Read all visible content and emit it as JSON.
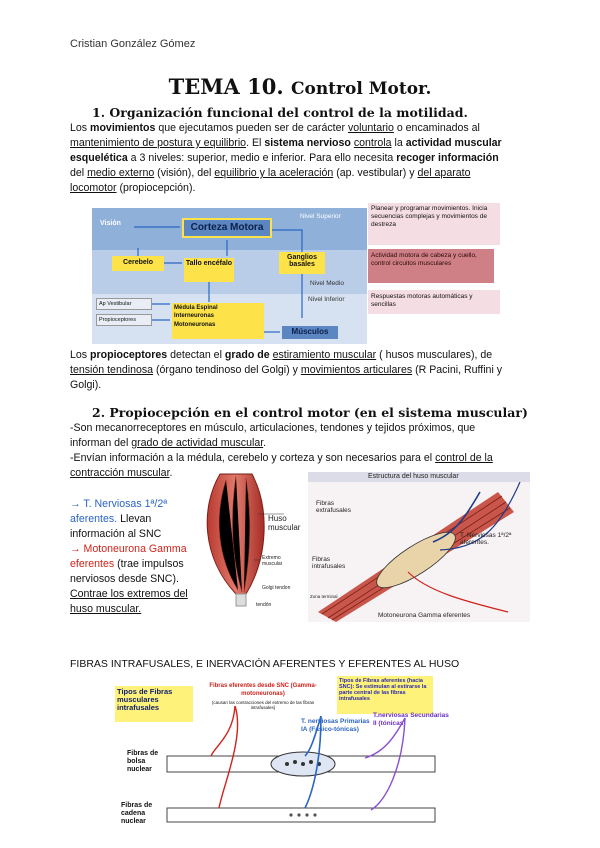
{
  "author": "Cristian González Gómez",
  "title": {
    "main": "TEMA 10.",
    "sub": "Control Motor."
  },
  "section1": {
    "heading": "1.   Organización funcional del control de la motilidad.",
    "para": {
      "t1": "Los ",
      "b1": "movimientos",
      "t2": " que ejecutamos pueden ser de carácter ",
      "u1": "voluntario",
      "t3": " o encaminados al",
      "u2": "mantenimiento de postura y equilibrio",
      "t4": ". El ",
      "b2": "sistema nervioso",
      "t5": " ",
      "u3": "controla",
      "t6": " la ",
      "b3": "actividad muscular",
      "b4": "esquelética",
      "t7": " a 3 niveles: superior, medio e inferior. Para ello necesita ",
      "b5": "recoger información",
      "t8": "del ",
      "u4": "medio externo",
      "t9": " (visión), del ",
      "u5": "equilibrio y la aceleración",
      "t10": " (ap. vestibular) y ",
      "u6": "del aparato",
      "u7": "locomotor",
      "t11": " (propiocepción)."
    }
  },
  "diagram1": {
    "vision": "Visión",
    "corteza": "Corteza Motora",
    "nivel_superior": "Nivel Superior",
    "cerebelo": "Cerebelo",
    "tallo": "Tallo encéfalo",
    "ganglios": "Ganglios basales",
    "nivel_medio": "Nivel Medio",
    "ap_vestibular": "Ap Vestibular",
    "propioceptores": "Propioceptores",
    "medula": "Médula Espinal",
    "interneuronas": "Interneuronas",
    "motoneuronas": "Motoneuronas",
    "nivel_inferior": "Nivel Inferior",
    "musculos": "Músculos",
    "note1": "Planear y programar movimientos. Inicia secuencias complejas y movimientos de destreza",
    "note2": "Actividad motora de cabeza y cuello, control circuitos musculares",
    "note3": "Respuestas motoras automáticas y sencillas"
  },
  "para2": {
    "t1": "Los ",
    "b1": "propioceptores",
    "t2": " detectan el ",
    "b2": "grado de",
    "t3": " ",
    "u1": "estiramiento muscular",
    "t4": " ( husos musculares), de",
    "u2": "tensión tendinosa",
    "t5": " (órgano tendinoso del Golgi) y ",
    "u3": "movimientos articulares",
    "t6": " (R Pacini, Ruffini y",
    "t7": "Golgi)."
  },
  "section2": {
    "heading": "2.   Propiocepción en el control motor (en el sistema muscular)",
    "line1": "-Son mecanorreceptores en músculo, articulaciones, tendones y tejidos próximos, que",
    "line2a": "informan del ",
    "line2u": "grado de actividad muscular",
    "line2b": ".",
    "line3a": "-Envían información a la médula, cerebelo y corteza y son necesarios para el ",
    "line3u": "control de la",
    "line4u": "contracción muscular",
    "line4b": ".",
    "aff1": "→ T. Nerviosas 1ª/2ª",
    "aff2": "aferentes.",
    "aff3": " Llevan",
    "aff4": "información al SNC",
    "eff1": "→ Motoneurona Gamma",
    "eff2": "eferentes",
    "eff3": " (trae impulsos",
    "eff4": "nerviosos desde SNC).",
    "con1": "Contrae los extremos del",
    "con2": "huso muscular."
  },
  "muscle_fig": {
    "huso": "Huso muscular",
    "l1": "Extremo muscular",
    "l2": "Golgi tendon",
    "l3": "tendón"
  },
  "spindle_fig": {
    "title": "Estructura del huso muscular",
    "fibras_extra": "Fibras extrafusales",
    "fibras_intra": "Fibras intrafusales",
    "zona": "Zona terminal",
    "tn": "T. Nerviosas 1ª/2ª aferentes.",
    "moto": "Motoneurona Gamma eferentes"
  },
  "section3_heading": "FIBRAS INTRAFUSALES, E INERVACIÓN AFERENTES Y EFERENTES AL HUSO",
  "fibras_fig": {
    "tipos": "Tipos de Fibras musculares intrafusales",
    "eferentes": "Fibras eferentes desde SNC (Gamma-motoneuronas)",
    "eferentes_sub": "(causan las contracciones del extremo de las fibras intrafusales)",
    "aferentes": "Tipos de Fibras aferentes (hacia SNC): Se estimulan al estirarse la parte central de las fibras intrafusales",
    "primarias": "T. nerviosas Primarias IA (Fásico-tónicas)",
    "secundarias": "T.nerviosas Secundarias II (tónicas)",
    "bolsa": "Fibras de bolsa nuclear",
    "cadena": "Fibras de cadena nuclear"
  }
}
